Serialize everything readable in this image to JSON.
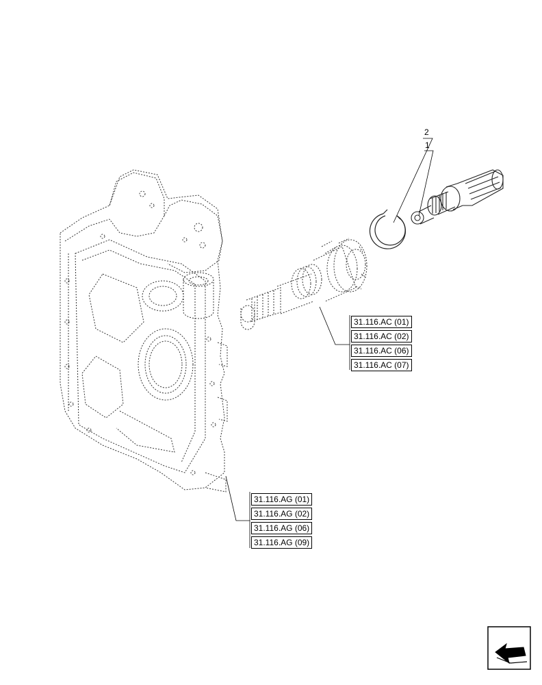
{
  "callouts": {
    "item_1": "1",
    "item_2": "2"
  },
  "reference_groups": {
    "shaft_refs": [
      "31.116.AC (01)",
      "31.116.AC (02)",
      "31.116.AC (06)",
      "31.116.AC (07)"
    ],
    "housing_refs": [
      "31.116.AG (01)",
      "31.116.AG (02)",
      "31.116.AG (06)",
      "31.116.AG (09)"
    ]
  },
  "nav": {
    "icon": "next-page-arrow-icon"
  }
}
